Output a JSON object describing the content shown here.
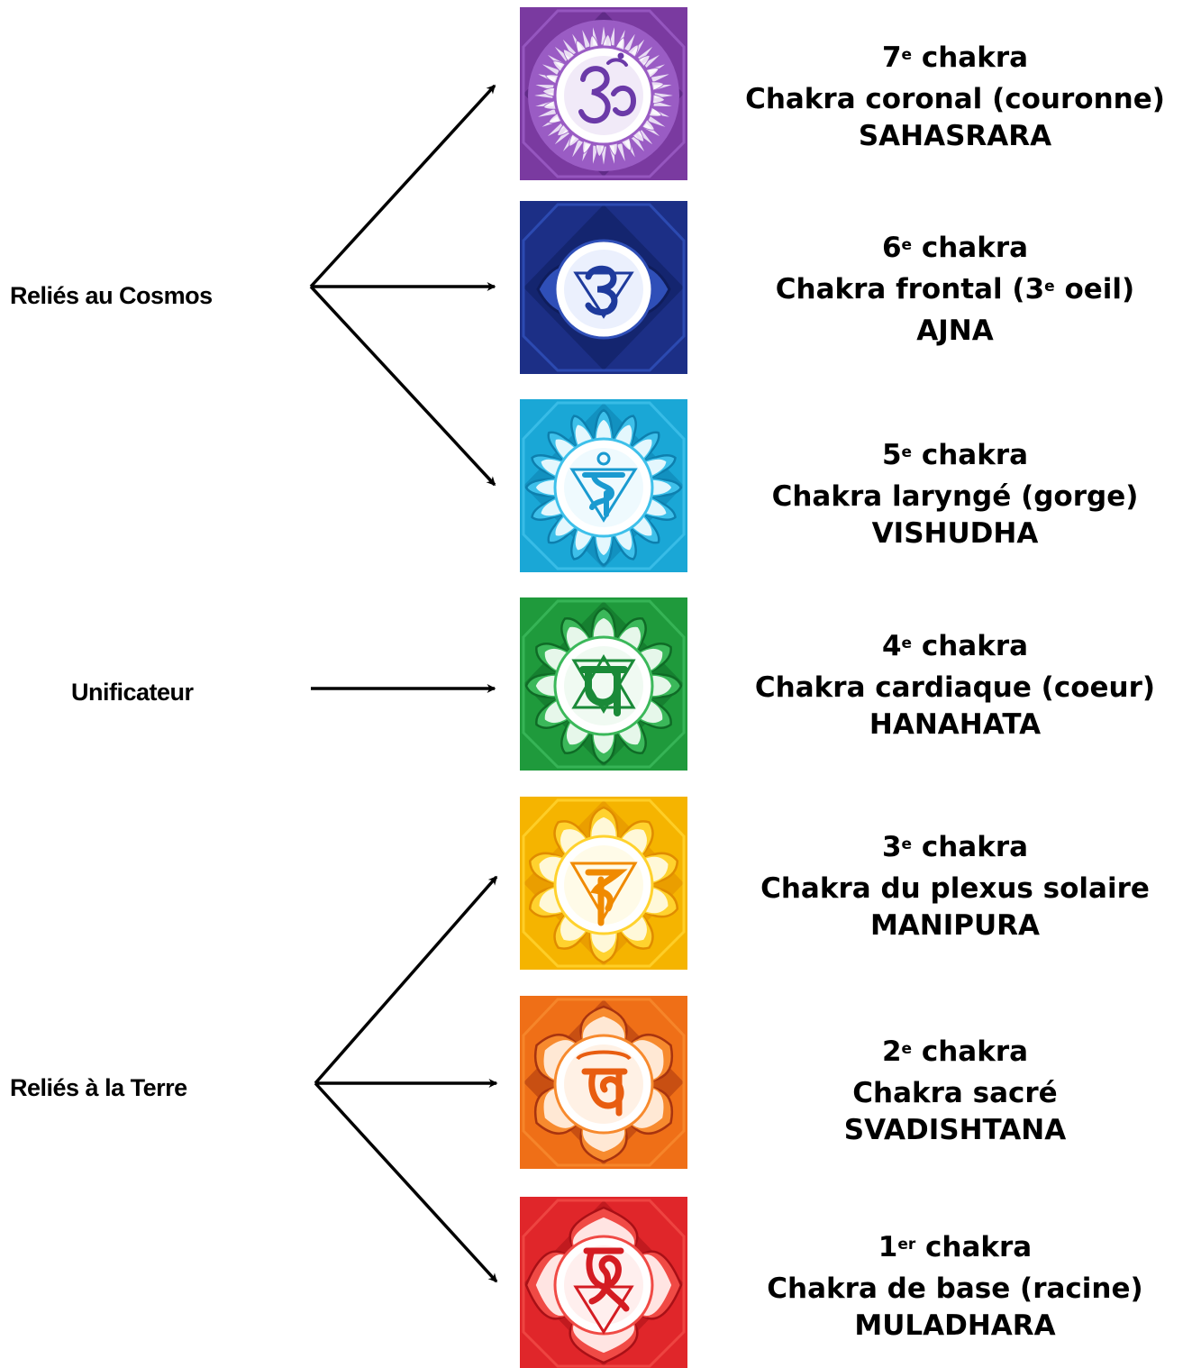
{
  "groups": [
    {
      "label": "Reliés au Cosmos"
    },
    {
      "label": "Unificateur"
    },
    {
      "label": "Reliés à la Terre"
    }
  ],
  "chakras": [
    {
      "number": "7",
      "ordinal_suffix": "e",
      "chakra_word": "chakra",
      "name": "Chakra coronal (couronne)",
      "name_parts": {
        "before": "Chakra coronal (couronne)",
        "sup": "",
        "after": ""
      },
      "sanskrit": "SAHASRARA",
      "icon": "crown-chakra-om-symbol-icon",
      "colors": {
        "bg": "#7a3aa0",
        "dark": "#4a1f72",
        "mid": "#9a5cc4",
        "light": "#e8dcf3",
        "symbol": "#6b3aa8"
      }
    },
    {
      "number": "6",
      "ordinal_suffix": "e",
      "chakra_word": "chakra",
      "name": "Chakra frontal (3e oeil)",
      "name_parts": {
        "before": "Chakra frontal (3",
        "sup": "e",
        "after": " oeil)"
      },
      "sanskrit": "AJNA",
      "icon": "third-eye-chakra-symbol-icon",
      "colors": {
        "bg": "#1c2f86",
        "dark": "#0f1d5c",
        "mid": "#2f4fb8",
        "light": "#dde6fb",
        "symbol": "#1e3a9c"
      }
    },
    {
      "number": "5",
      "ordinal_suffix": "e",
      "chakra_word": "chakra",
      "name": "Chakra laryngé (gorge)",
      "name_parts": {
        "before": "Chakra laryngé (gorge)",
        "sup": "",
        "after": ""
      },
      "sanskrit": "VISHUDHA",
      "icon": "throat-chakra-symbol-icon",
      "colors": {
        "bg": "#1aa7d6",
        "dark": "#0d7fae",
        "mid": "#3ec0ea",
        "light": "#e4f7fd",
        "symbol": "#1a9ad0"
      }
    },
    {
      "number": "4",
      "ordinal_suffix": "e",
      "chakra_word": "chakra",
      "name": "Chakra cardiaque (coeur)",
      "name_parts": {
        "before": "Chakra cardiaque (coeur)",
        "sup": "",
        "after": ""
      },
      "sanskrit": "HANAHATA",
      "icon": "heart-chakra-symbol-icon",
      "colors": {
        "bg": "#1f9a3c",
        "dark": "#0f6b26",
        "mid": "#3bb85a",
        "light": "#e6f7ea",
        "symbol": "#1a8a38"
      }
    },
    {
      "number": "3",
      "ordinal_suffix": "e",
      "chakra_word": "chakra",
      "name": "Chakra du plexus solaire",
      "name_parts": {
        "before": "Chakra du plexus solaire",
        "sup": "",
        "after": ""
      },
      "sanskrit": "MANIPURA",
      "icon": "solar-plexus-chakra-symbol-icon",
      "colors": {
        "bg": "#f5b400",
        "dark": "#e08c00",
        "mid": "#ffd22e",
        "light": "#fff8d8",
        "symbol": "#f08a00"
      }
    },
    {
      "number": "2",
      "ordinal_suffix": "e",
      "chakra_word": "chakra",
      "name": "Chakra sacré",
      "name_parts": {
        "before": "Chakra sacré",
        "sup": "",
        "after": ""
      },
      "sanskrit": "SVADISHTANA",
      "icon": "sacral-chakra-symbol-icon",
      "colors": {
        "bg": "#ef6f17",
        "dark": "#a8340f",
        "mid": "#f78a2e",
        "light": "#ffe8d4",
        "symbol": "#e85d10"
      }
    },
    {
      "number": "1",
      "ordinal_suffix": "er",
      "chakra_word": "chakra",
      "name": "Chakra de base (racine)",
      "name_parts": {
        "before": "Chakra de base (racine)",
        "sup": "",
        "after": ""
      },
      "sanskrit": "MULADHARA",
      "icon": "root-chakra-symbol-icon",
      "colors": {
        "bg": "#e0262a",
        "dark": "#a81016",
        "mid": "#f04a45",
        "light": "#ffe4e2",
        "symbol": "#d41c22"
      }
    }
  ]
}
